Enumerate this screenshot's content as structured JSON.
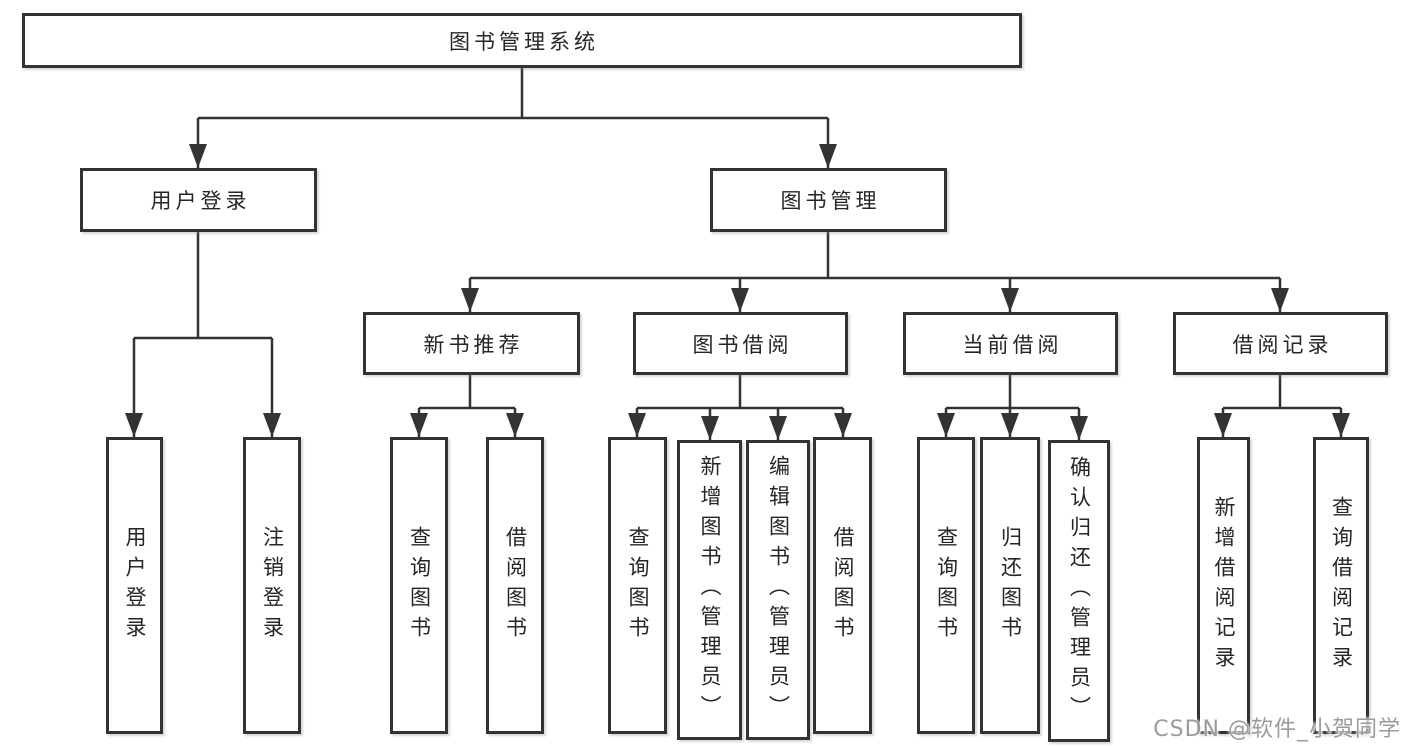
{
  "diagram": {
    "title": "图书管理系统",
    "nodes": {
      "root": {
        "label": "图书管理系统"
      },
      "user_login": {
        "label": "用户登录"
      },
      "book_management": {
        "label": "图书管理"
      },
      "new_book_recommend": {
        "label": "新书推荐"
      },
      "book_borrowing": {
        "label": "图书借阅"
      },
      "current_borrowing": {
        "label": "当前借阅"
      },
      "borrowing_records": {
        "label": "借阅记录"
      },
      "user_login_leaf": {
        "label": "用户登录"
      },
      "logout": {
        "label": "注销登录"
      },
      "query_books_1": {
        "label": "查询图书"
      },
      "borrow_books_1": {
        "label": "借阅图书"
      },
      "query_books_2": {
        "label": "查询图书"
      },
      "add_books_admin": {
        "label": "新增图书（管理员）"
      },
      "edit_books_admin": {
        "label": "编辑图书（管理员）"
      },
      "borrow_books_2": {
        "label": "借阅图书"
      },
      "query_books_3": {
        "label": "查询图书"
      },
      "return_books": {
        "label": "归还图书"
      },
      "confirm_return_admin": {
        "label": "确认归还（管理员）"
      },
      "add_borrow_record": {
        "label": "新增借阅记录"
      },
      "query_borrow_record": {
        "label": "查询借阅记录"
      }
    },
    "colors": {
      "line": "#333333",
      "text": "#262626",
      "background": "#ffffff",
      "watermark_text": "#9b9b9b"
    }
  },
  "watermark": {
    "label": "CSDN @软件_小贺同学"
  }
}
